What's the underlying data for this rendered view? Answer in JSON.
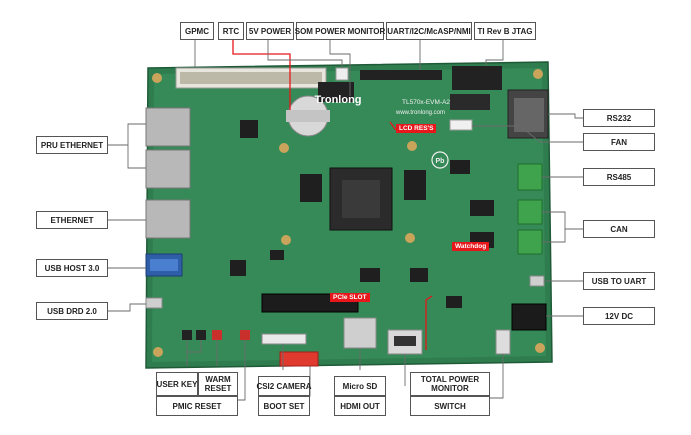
{
  "labels": {
    "gpmc": "GPMC",
    "rtc": "RTC",
    "power_5v": "5V POWER",
    "som_power_monitor": "SOM POWER MONITOR",
    "uart_i2c": "UART/I2C/McASP/NMI",
    "ti_jtag": "TI Rev B JTAG",
    "pru_ethernet": "PRU ETHERNET",
    "ethernet": "ETHERNET",
    "usb_host": "USB HOST 3.0",
    "usb_drd": "USB DRD 2.0",
    "rs232": "RS232",
    "fan": "FAN",
    "rs485": "RS485",
    "can": "CAN",
    "usb_to_uart": "USB TO UART",
    "dc_12v": "12V DC",
    "user_key": "USER KEY",
    "warm_reset": "WARM RESET",
    "pmic_reset": "PMIC RESET",
    "csi2_camera": "CSI2 CAMERA",
    "boot_set": "BOOT SET",
    "micro_sd": "Micro SD",
    "hdmi_out": "HDMI OUT",
    "total_power_monitor": "TOTAL POWER MONITOR",
    "switch": "SWITCH"
  },
  "board": {
    "brand": "Tronlong",
    "model": "TL570x-EVM-A2",
    "url": "www.tronlong.com"
  },
  "tags": {
    "lcd_res": "LCD RES'S",
    "watchdog": "Watchdog",
    "pcie_slot": "PCIe SLOT"
  },
  "colors": {
    "pcb": "#2f7d4f",
    "callout_red": "#e8171b",
    "label_border": "#555555"
  }
}
